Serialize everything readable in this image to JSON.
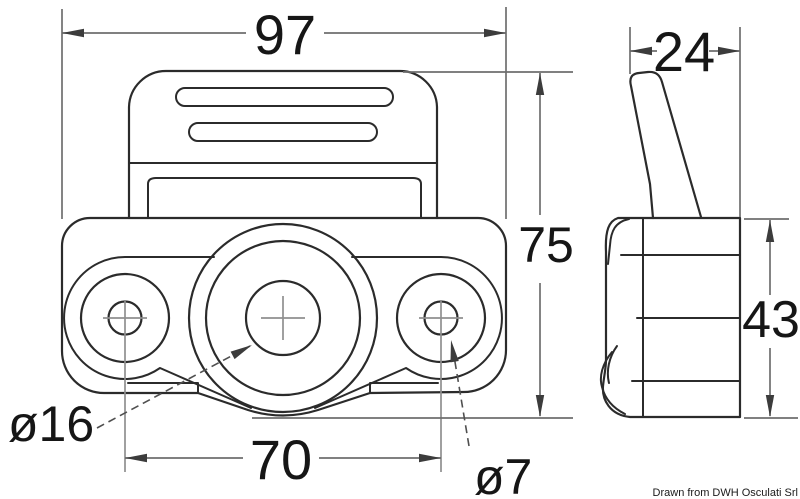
{
  "credit": "Drawn from DWH Osculati Srl",
  "colors": {
    "background": "#ffffff",
    "outline": "#2b2b2b",
    "dimension_line": "#6e6e6e",
    "center_line": "#8f8f8f",
    "arrowhead": "#3c3c3c",
    "text": "#161616"
  },
  "dimensions": {
    "overall_width": "97",
    "tab_width": "24",
    "overall_height": "75",
    "side_height": "43",
    "hole_spacing": "70",
    "center_hole_diameter": "ø16",
    "mount_hole_diameter": "ø7"
  }
}
